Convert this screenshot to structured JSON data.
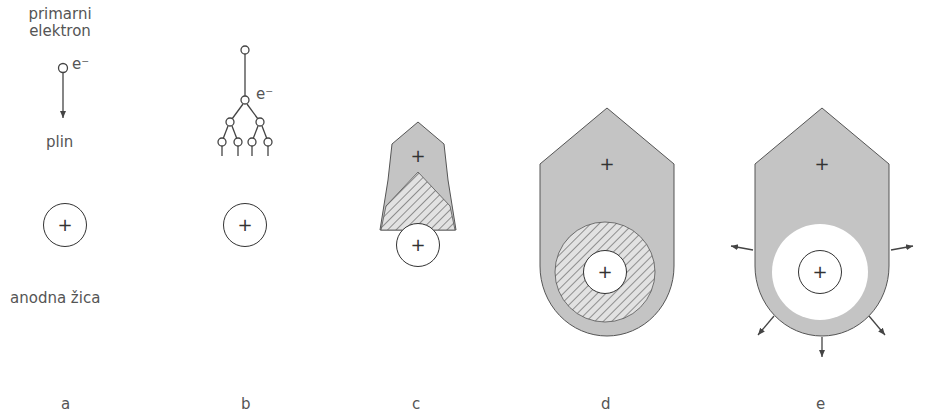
{
  "diagram": {
    "nodes": [
      {
        "text": [
          "+"
        ]
      },
      {
        "text": [
          "+"
        ]
      },
      {
        "text": [
          "+"
        ]
      },
      {
        "text": [
          "+"
        ]
      },
      {
        "text": [
          "+"
        ]
      },
      {
        "text": [
          "+"
        ],
        "in": 4
      },
      {
        "text": [
          "+"
        ]
      },
      {
        "text": [
          "+"
        ],
        "in": 6
      }
    ],
    "labels": [
      "primarni elektron",
      "e⁻",
      "plin",
      "anodna žica",
      "e⁻",
      "a",
      "b",
      "c",
      "d",
      "e"
    ]
  }
}
